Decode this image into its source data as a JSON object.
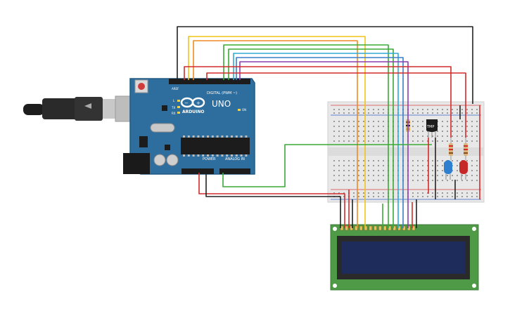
{
  "board": {
    "brand": "ARDUINO",
    "model": "UNO",
    "digital_label": "DIGITAL (PWM ~)",
    "power_label": "POWER",
    "analog_label": "ANALOG IN",
    "led_tx": "TX",
    "led_rx": "RX",
    "led_l": "L",
    "on_label": "ON",
    "ref_label": "AREF"
  },
  "sensor": {
    "label": "TMP"
  },
  "colors": {
    "board": "#2e6e9e",
    "breadboard": "#e8e8e8",
    "lcd_pcb": "#4e9a47",
    "lcd_screen": "#1d2c5a",
    "wire_black": "#222222",
    "wire_yellow": "#f0c419",
    "wire_orange": "#f08a24",
    "wire_green": "#3aaa35",
    "wire_cyan": "#2fa9d6",
    "wire_blue": "#3a7fc9",
    "wire_purple": "#8a3db0",
    "wire_red": "#d42a2a",
    "led_blue": "#2f7fd0",
    "led_red": "#c62828"
  },
  "icons": [
    "usb-cable-icon",
    "reset-button-icon",
    "arduino-logo-icon"
  ]
}
